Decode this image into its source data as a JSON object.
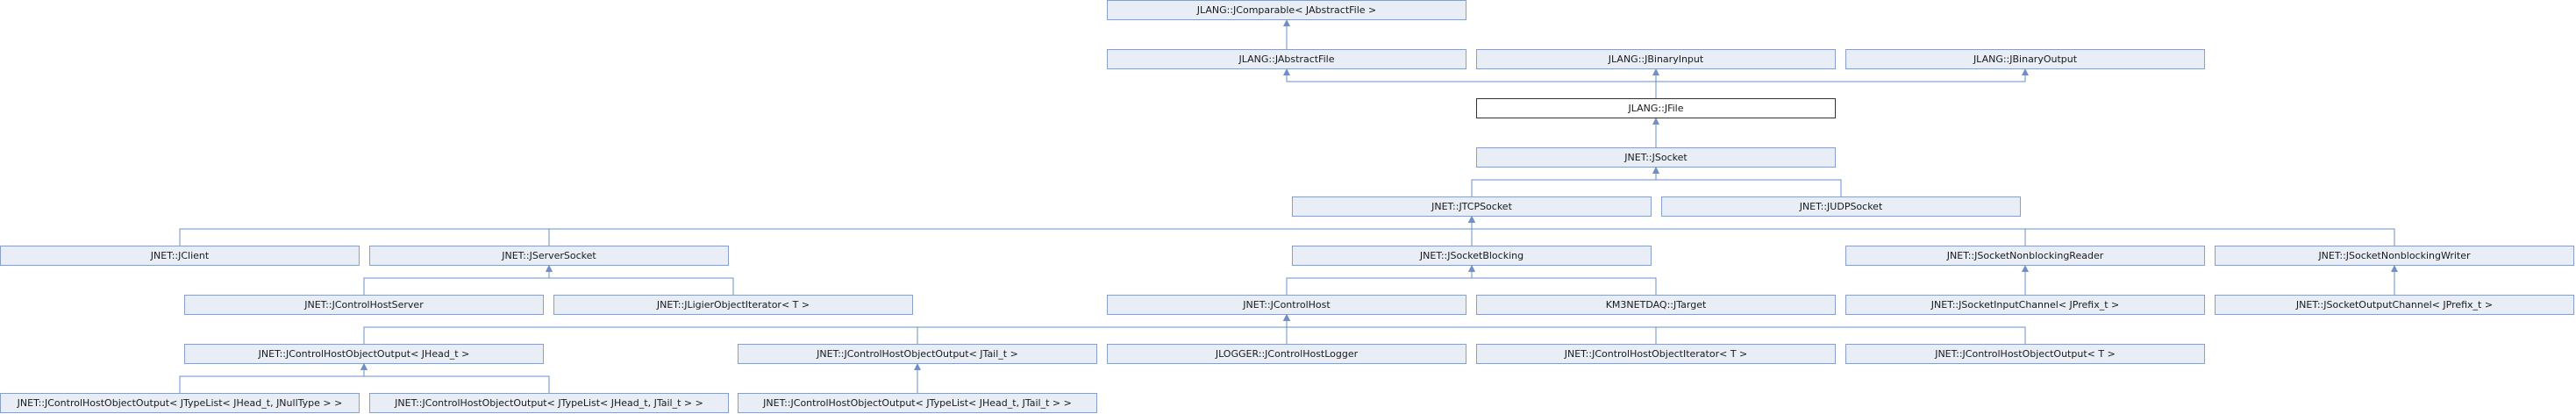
{
  "nodes": [
    {
      "id": "jcomparable",
      "label": "JLANG::JComparable< JAbstractFile >"
    },
    {
      "id": "jabstractfile",
      "label": "JLANG::JAbstractFile"
    },
    {
      "id": "jbinaryinput",
      "label": "JLANG::JBinaryInput"
    },
    {
      "id": "jbinaryoutput",
      "label": "JLANG::JBinaryOutput"
    },
    {
      "id": "jfile",
      "label": "JLANG::JFile",
      "current": true
    },
    {
      "id": "jsocket",
      "label": "JNET::JSocket"
    },
    {
      "id": "jtcpsocket",
      "label": "JNET::JTCPSocket"
    },
    {
      "id": "judpsocket",
      "label": "JNET::JUDPSocket"
    },
    {
      "id": "jclient",
      "label": "JNET::JClient"
    },
    {
      "id": "jserversocket",
      "label": "JNET::JServerSocket"
    },
    {
      "id": "jsocketblocking",
      "label": "JNET::JSocketBlocking"
    },
    {
      "id": "jsocketnonblockingreader",
      "label": "JNET::JSocketNonblockingReader"
    },
    {
      "id": "jsocketnonblockingwriter",
      "label": "JNET::JSocketNonblockingWriter"
    },
    {
      "id": "jcontrolhostserver",
      "label": "JNET::JControlHostServer"
    },
    {
      "id": "jligierobjectiterator",
      "label": "JNET::JLigierObjectIterator< T >"
    },
    {
      "id": "jcontrolhost",
      "label": "JNET::JControlHost"
    },
    {
      "id": "jtarget",
      "label": "KM3NETDAQ::JTarget"
    },
    {
      "id": "jsocketinputchannel",
      "label": "JNET::JSocketInputChannel< JPrefix_t >"
    },
    {
      "id": "jsocketoutputchannel",
      "label": "JNET::JSocketOutputChannel< JPrefix_t >"
    },
    {
      "id": "jchoo_head",
      "label": "JNET::JControlHostObjectOutput< JHead_t >"
    },
    {
      "id": "jchoo_tail",
      "label": "JNET::JControlHostObjectOutput< JTail_t >"
    },
    {
      "id": "jcontrolhostlogger",
      "label": "JLOGGER::JControlHostLogger"
    },
    {
      "id": "jchoi_t",
      "label": "JNET::JControlHostObjectIterator< T >"
    },
    {
      "id": "jchoo_t",
      "label": "JNET::JControlHostObjectOutput< T >"
    },
    {
      "id": "jchoo_tl_null",
      "label": "JNET::JControlHostObjectOutput< JTypeList< JHead_t, JNullType > >"
    },
    {
      "id": "jchoo_tl_a",
      "label": "JNET::JControlHostObjectOutput< JTypeList< JHead_t, JTail_t > >"
    },
    {
      "id": "jchoo_tl_b",
      "label": "JNET::JControlHostObjectOutput< JTypeList< JHead_t, JTail_t > >"
    }
  ],
  "edges": [
    {
      "from": "jabstractfile",
      "to": "jcomparable"
    },
    {
      "from": "jfile",
      "to": "jabstractfile"
    },
    {
      "from": "jfile",
      "to": "jbinaryinput"
    },
    {
      "from": "jfile",
      "to": "jbinaryoutput"
    },
    {
      "from": "jsocket",
      "to": "jfile"
    },
    {
      "from": "jtcpsocket",
      "to": "jsocket"
    },
    {
      "from": "judpsocket",
      "to": "jsocket"
    },
    {
      "from": "jclient",
      "to": "jtcpsocket"
    },
    {
      "from": "jserversocket",
      "to": "jtcpsocket"
    },
    {
      "from": "jsocketblocking",
      "to": "jtcpsocket"
    },
    {
      "from": "jsocketnonblockingreader",
      "to": "jtcpsocket"
    },
    {
      "from": "jsocketnonblockingwriter",
      "to": "jtcpsocket"
    },
    {
      "from": "jcontrolhostserver",
      "to": "jserversocket"
    },
    {
      "from": "jligierobjectiterator",
      "to": "jserversocket"
    },
    {
      "from": "jcontrolhost",
      "to": "jsocketblocking"
    },
    {
      "from": "jtarget",
      "to": "jsocketblocking"
    },
    {
      "from": "jsocketinputchannel",
      "to": "jsocketnonblockingreader"
    },
    {
      "from": "jsocketoutputchannel",
      "to": "jsocketnonblockingwriter"
    },
    {
      "from": "jchoo_head",
      "to": "jcontrolhost"
    },
    {
      "from": "jchoo_tail",
      "to": "jcontrolhost"
    },
    {
      "from": "jcontrolhostlogger",
      "to": "jcontrolhost"
    },
    {
      "from": "jchoi_t",
      "to": "jcontrolhost"
    },
    {
      "from": "jchoo_t",
      "to": "jcontrolhost"
    },
    {
      "from": "jchoo_tl_null",
      "to": "jchoo_head"
    },
    {
      "from": "jchoo_tl_a",
      "to": "jchoo_head"
    },
    {
      "from": "jchoo_tl_b",
      "to": "jchoo_tail"
    }
  ],
  "colors": {
    "node_fill": "#e8edf6",
    "node_border": "#8a9fc8",
    "current_border": "#333333",
    "edge": "#6e8fc9"
  }
}
